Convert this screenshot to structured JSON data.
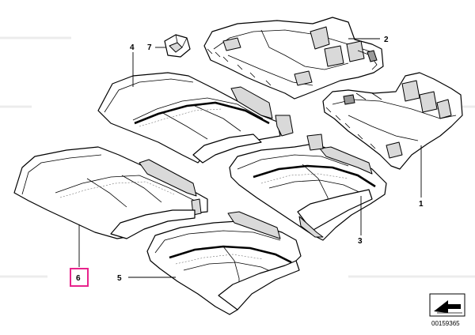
{
  "diagram": {
    "callouts": {
      "c1": "1",
      "c2": "2",
      "c3": "3",
      "c4": "4",
      "c5": "5",
      "c6": "6",
      "c7": "7"
    },
    "highlighted_callout": "6",
    "highlight_color": "#e8238c",
    "diagram_number": "00159365",
    "corner_icon": "arrow-icon"
  }
}
